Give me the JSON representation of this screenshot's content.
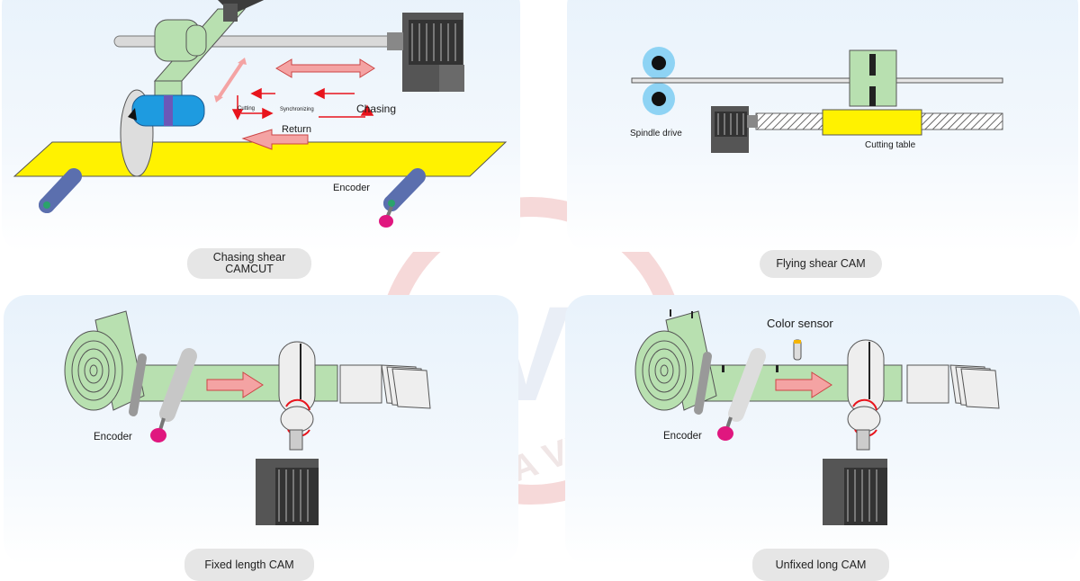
{
  "panels": {
    "chasing": {
      "caption_line1": "Chasing shear",
      "caption_line2": "CAMCUT",
      "labels": {
        "chasing": "Chasing",
        "cutting": "Cutting",
        "synchronizing": "Synchronizing",
        "return": "Return",
        "encoder": "Encoder"
      }
    },
    "flying": {
      "caption": "Flying shear CAM",
      "labels": {
        "spindle_drive": "Spindle drive",
        "cutting_table": "Cutting table"
      }
    },
    "fixed": {
      "caption": "Fixed length  CAM",
      "labels": {
        "encoder": "Encoder"
      }
    },
    "unfixed": {
      "caption": "Unfixed long CAM",
      "labels": {
        "color_sensor": "Color sensor",
        "encoder": "Encoder"
      }
    }
  },
  "watermark": {
    "text": "DELTA VINA",
    "mark": "DV"
  },
  "colors": {
    "panel_bg": "#e8f2fb",
    "belt_yellow": "#fff200",
    "green_part": "#b8e0b0",
    "blue_drum": "#1e9be0",
    "arrow_pink": "#f4a3a3",
    "arrow_red": "#e8141c",
    "encoder_magenta": "#e0177f",
    "motor_dark": "#4a4a4a"
  }
}
